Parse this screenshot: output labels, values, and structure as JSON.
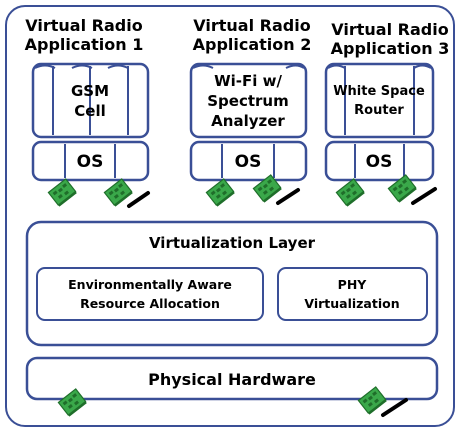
{
  "applications": [
    {
      "title_line1": "Virtual Radio",
      "title_line2": "Application 1",
      "function_line1": "GSM",
      "function_line2": "Cell",
      "os_label": "OS"
    },
    {
      "title_line1": "Virtual Radio",
      "title_line2": "Application 2",
      "function_line1": "Wi-Fi w/",
      "function_line2": "Spectrum",
      "function_line3": "Analyzer",
      "os_label": "OS"
    },
    {
      "title_line1": "Virtual Radio",
      "title_line2": "Application 3",
      "function_line1": "White Space",
      "function_line2": "Router",
      "os_label": "OS"
    }
  ],
  "virtualization_layer": {
    "title": "Virtualization Layer",
    "resource_allocation_line1": "Environmentally Aware",
    "resource_allocation_line2": "Resource Allocation",
    "phy_line1": "PHY",
    "phy_line2": "Virtualization"
  },
  "physical_hardware": {
    "label": "Physical Hardware"
  },
  "colors": {
    "outline": "#3a4f96",
    "card_green": "#3aa84a",
    "card_dark": "#1f6e2a",
    "antenna": "#000000"
  }
}
